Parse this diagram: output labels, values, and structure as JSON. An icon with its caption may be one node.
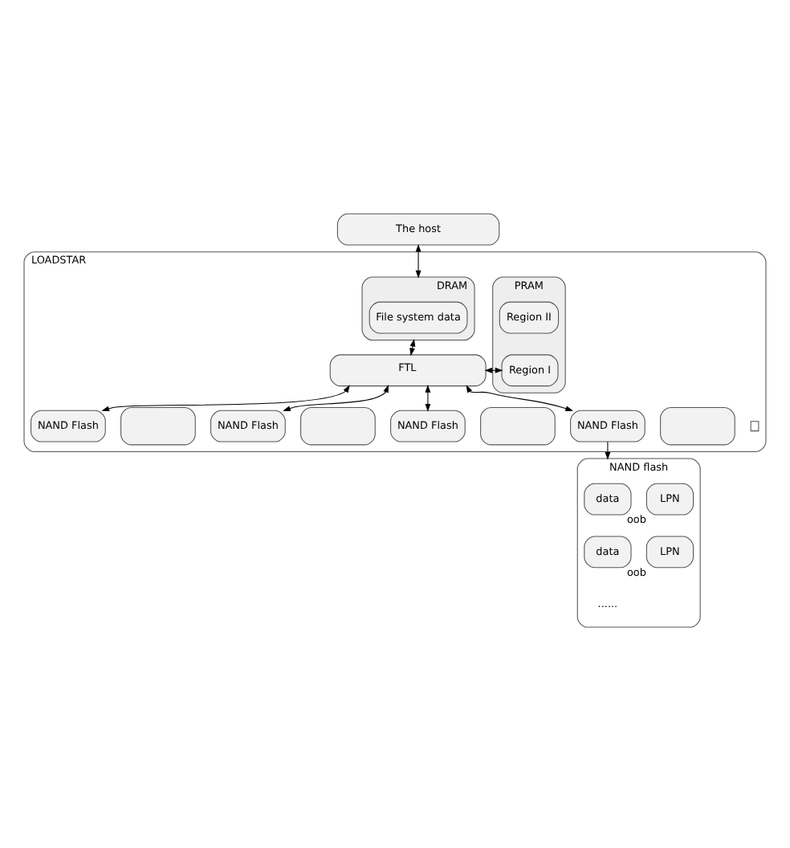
{
  "diagram": {
    "nodes": [
      {
        "text": [
          "The host"
        ]
      },
      {
        "text": [
          "LOADSTAR"
        ]
      },
      {
        "text": [
          "PRAM"
        ],
        "in": 1
      },
      {
        "text": [
          "Region II"
        ],
        "in": 2
      },
      {
        "text": [
          "Region I"
        ],
        "in": 2
      },
      {
        "text": [
          "DRAM"
        ],
        "in": 1
      },
      {
        "text": [
          "File system data"
        ],
        "in": 5
      },
      {
        "text": [
          "FTL"
        ],
        "in": 1
      },
      {
        "text": [],
        "shape": "box",
        "in": 1
      },
      {
        "text": [
          "NAND Flash"
        ],
        "in": 1
      },
      {
        "text": [],
        "shape": "box",
        "in": 1
      },
      {
        "text": [
          "NAND Flash"
        ],
        "in": 1
      },
      {
        "text": [],
        "shape": "box",
        "in": 1
      },
      {
        "text": [
          "NAND Flash"
        ],
        "in": 1
      },
      {
        "text": [],
        "shape": "box",
        "in": 1
      },
      {
        "text": [
          "NAND Flash"
        ],
        "in": 1
      },
      {
        "text": [],
        "shape": "box",
        "in": 1
      },
      {
        "text": [
          "NAND flash"
        ]
      },
      {
        "text": [
          "data"
        ],
        "in": 17
      },
      {
        "text": [
          "LPN"
        ],
        "in": 17,
        "beside": [
          "oob"
        ]
      },
      {
        "text": [
          "data"
        ],
        "in": 17
      },
      {
        "text": [
          "LPN"
        ],
        "in": 17,
        "beside": [
          "oob"
        ]
      }
    ],
    "edges": [
      {
        "from": 0,
        "to": 5,
        "arrow": "both"
      },
      {
        "from": 5,
        "to": 7,
        "arrow": "both"
      },
      {
        "from": 4,
        "to": 7,
        "arrow": "both"
      },
      {
        "from": 7,
        "to": 9,
        "arrow": "both"
      },
      {
        "from": 7,
        "to": 11,
        "arrow": "both"
      },
      {
        "from": 7,
        "to": 13,
        "arrow": "both"
      },
      {
        "from": 7,
        "to": 15,
        "arrow": "both"
      },
      {
        "from": 15,
        "to": 17,
        "arrow": "to"
      }
    ],
    "labels": [
      "......"
    ]
  }
}
